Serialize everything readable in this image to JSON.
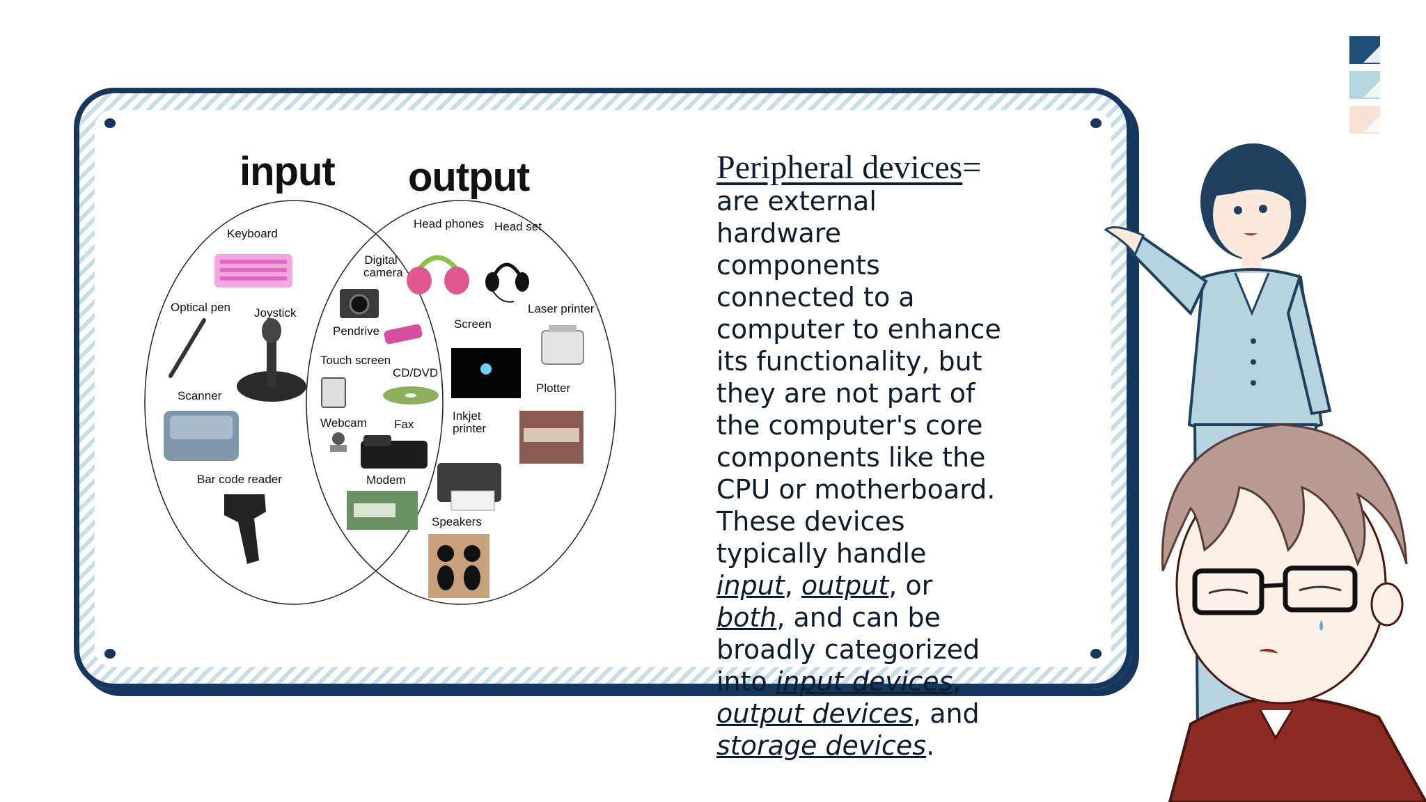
{
  "diagram": {
    "title_input": "input",
    "title_output": "output",
    "input_items": [
      "Keyboard",
      "Optical pen",
      "Joystick",
      "Scanner",
      "Bar code reader"
    ],
    "overlap_items": [
      "Digital camera",
      "Pendrive",
      "Touch screen",
      "CD/DVD",
      "Webcam",
      "Fax",
      "Modem"
    ],
    "output_items": [
      "Head phones",
      "Head set",
      "Laser printer",
      "Screen",
      "Plotter",
      "Inkjet printer",
      "Speakers"
    ]
  },
  "explanation": {
    "heading": "Peripheral devices",
    "heading_suffix": "=",
    "body_1": "are external hardware components connected to a computer to enhance its functionality, but they are not part of the computer's core components like the CPU or motherboard. These devices typically handle ",
    "kw_input": "input",
    "sep_1": ", ",
    "kw_output": "output",
    "sep_2": ", or ",
    "kw_both": "both",
    "body_2": ", and can be broadly categorized into ",
    "kw_input_devices": "input devices",
    "sep_3": ", ",
    "kw_output_devices": "output devices",
    "sep_4": ", and ",
    "kw_storage_devices": "storage devices",
    "end": "."
  },
  "colors": {
    "frame": "#17365d",
    "stripe": "#c9dde6",
    "nav_active": "#1f4e79",
    "nav_2": "#b7d7de",
    "nav_3": "#f8e1d6"
  }
}
